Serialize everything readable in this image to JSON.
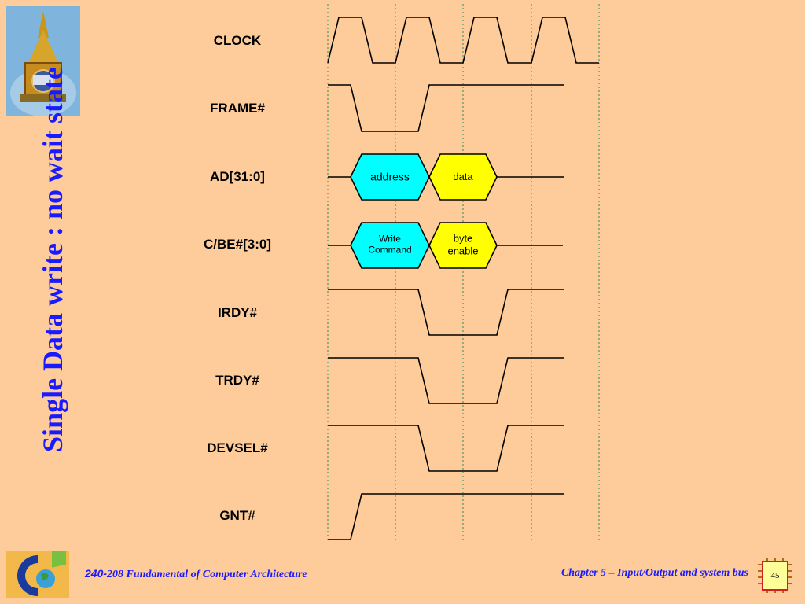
{
  "slide": {
    "title": "Single Data write : no wait state",
    "title_color": "#1a1aff",
    "background": "#fecc9a"
  },
  "signals": [
    {
      "name": "CLOCK"
    },
    {
      "name": "FRAME#"
    },
    {
      "name": "AD[31:0]"
    },
    {
      "name": "C/BE#[3:0]"
    },
    {
      "name": "IRDY#"
    },
    {
      "name": "TRDY#"
    },
    {
      "name": "DEVSEL#"
    },
    {
      "name": "GNT#"
    }
  ],
  "bus_labels": {
    "ad_address": "address",
    "ad_data": "data",
    "cbe_command_line1": "Write",
    "cbe_command_line2": "Command",
    "cbe_enable_line1": "byte",
    "cbe_enable_line2": "enable"
  },
  "colors": {
    "cyan_bubble": "#00ffff",
    "yellow_bubble": "#ffff00",
    "guide_line": "#2e8b57"
  },
  "footer": {
    "course_number": "240-",
    "course_title": "208 Fundamental of Computer Architecture",
    "chapter": "Chapter 5 – Input/Output and system bus",
    "page": "45"
  },
  "icons": {
    "university_logo": "university-seal-icon",
    "footer_logo": "globe-logo-icon",
    "page_chip": "chip-icon"
  }
}
